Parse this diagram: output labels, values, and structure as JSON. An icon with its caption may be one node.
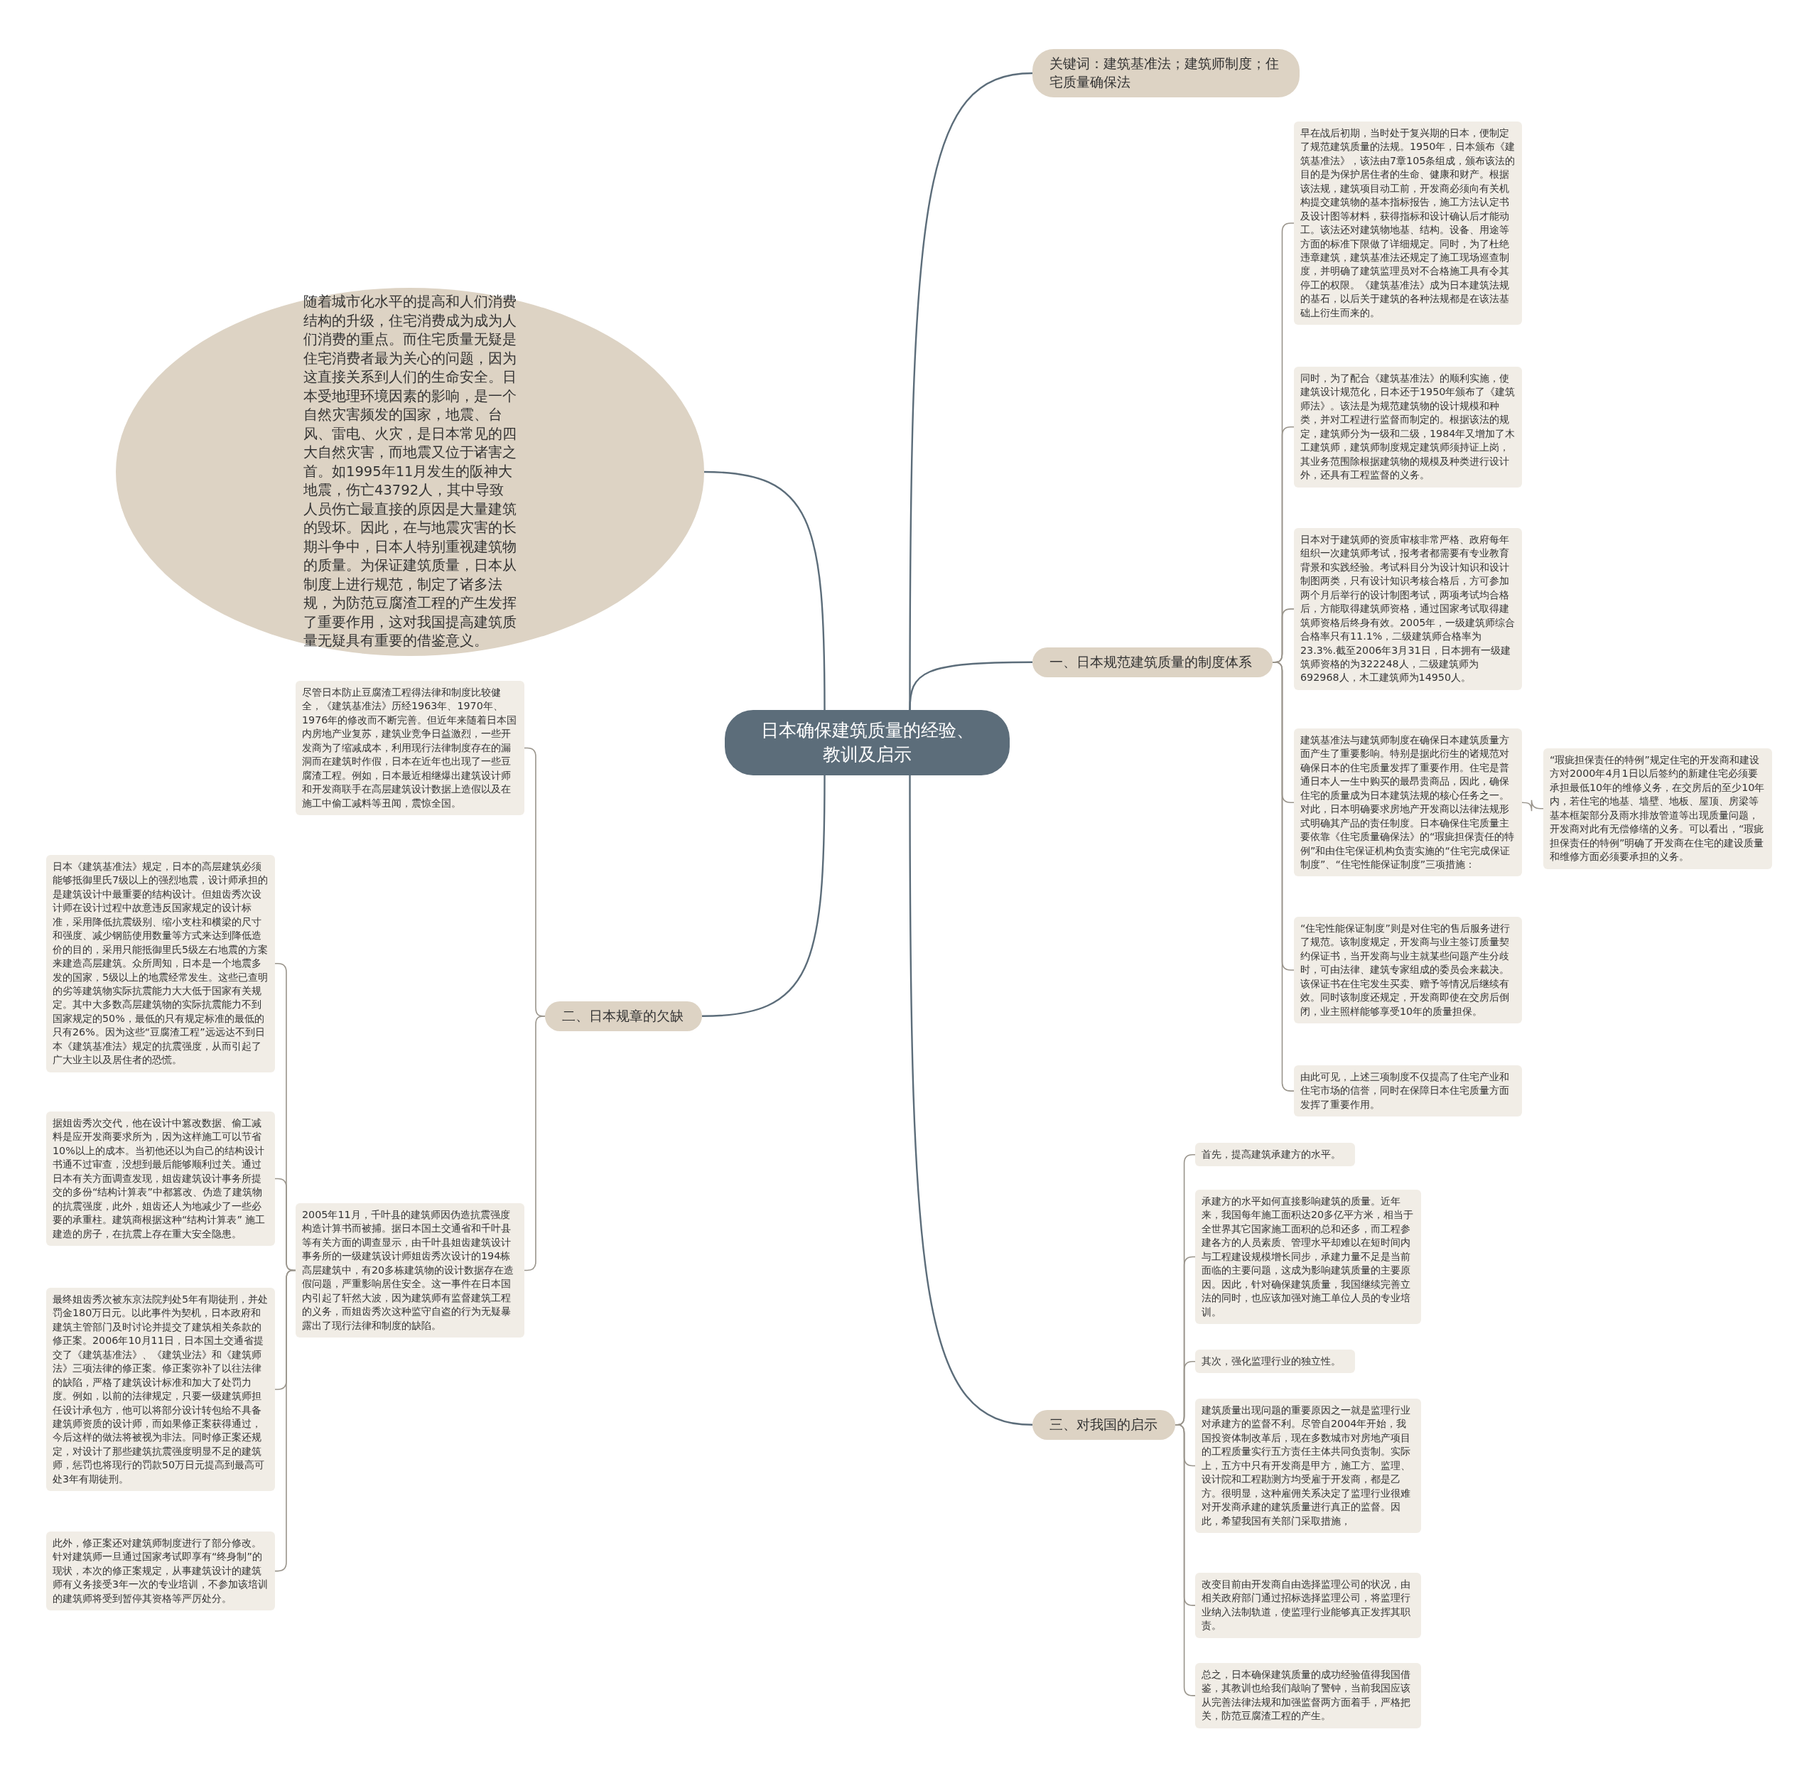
{
  "diagram": {
    "nodes": [
      {
        "text": [
          "日本确保建筑质量的经验、教训及启示"
        ]
      },
      {
        "text": [
          "关键词：建筑基准法；建筑师制度；住宅质量确保法"
        ]
      },
      {
        "text": [
          "随着城市化水平的提高和人们消费结构的升级，住宅消费成为成为人们消费的重点。而住宅质量无疑是住宅消费者最为关心的问题，因为这直接关系到人们的生命安全。日本受地理环境因素的影响，是一个自然灾害频发的国家，地震、台风、雷电、火灾，是日本常见的四大自然灾害，而地震又位于诸害之首。如1995年11月发生的阪神大地震，伤亡43792人，其中导致人员伤亡最直接的原因是大量建筑的毁坏。因此，在与地震灾害的长期斗争中，日本人特别重视建筑物的质量。为保证建筑质量，日本从制度上进行规范，制定了诸多法规，为防范豆腐渣工程的产生发挥了重要作用，这对我国提高建筑质量无疑具有重要的借鉴意义。"
        ]
      },
      {
        "text": [
          "一、日本规范建筑质量的制度体系"
        ]
      },
      {
        "text": [
          "二、日本规章的欠缺"
        ]
      },
      {
        "text": [
          "三、对我国的启示"
        ]
      },
      {
        "text": [
          "早在战后初期，当时处于复兴期的日本，便制定了规范建筑质量的法规。1950年，日本颁布《建筑基准法》，该法由7章105条组成，颁布该法的目的是为保护居住者的生命、健康和财产。根据该法规，建筑项目动工前，开发商必须向有关机构提交建筑物的基本指标报告，施工方法认定书及设计图等材料，获得指标和设计确认后才能动工。该法还对建筑物地基、结构。设备、用途等方面的标准下限做了详细规定。同时，为了杜绝违章建筑，建筑基准法还规定了施工现场巡查制度，并明确了建筑监理员对不合格施工具有令其停工的权限。《建筑基准法》成为日本建筑法规的基石，以后关于建筑的各种法规都是在该法基础上衍生而来的。"
        ]
      },
      {
        "text": [
          "同时，为了配合《建筑基准法》的顺利实施，使建筑设计规范化，日本还于1950年颁布了《建筑师法》。该法是为规范建筑物的设计规模和种类，并对工程进行监督而制定的。根据该法的规定，建筑师分为一级和二级，1984年又增加了木工建筑师，建筑师制度规定建筑师须持证上岗，其业务范围除根据建筑物的规模及种类进行设计外，还具有工程监督的义务。"
        ]
      },
      {
        "text": [
          "日本对于建筑师的资质审核非常严格、政府每年组织一次建筑师考试，报考者都需要有专业教育背景和实践经验。考试科目分为设计知识和设计制图两类，只有设计知识考核合格后，方可参加两个月后举行的设计制图考试，两项考试均合格后，方能取得建筑师资格，通过国家考试取得建筑师资格后终身有效。2005年，一级建筑师综合合格率只有11.1%，二级建筑师合格率为23.3%.截至2006年3月31日，日本拥有一级建筑师资格的为322248人，二级建筑师为692968人，木工建筑师为14950人。"
        ]
      },
      {
        "text": [
          "建筑基准法与建筑师制度在确保日本建筑质量方面产生了重要影响。特别是据此衍生的诸规范对确保日本的住宅质量发挥了重要作用。住宅是普通日本人一生中购买的最昂贵商品，因此，确保住宅的质量成为日本建筑法规的核心任务之一。对此，日本明确要求房地产开发商以法律法规形式明确其产品的责任制度。日本确保住宅质量主要依靠《住宅质量确保法》的“瑕疵担保责任的特例”和由住宅保证机构负责实施的“住宅完成保证制度”、“住宅性能保证制度”三项措施："
        ]
      },
      {
        "text": [
          "“瑕疵担保责任的特例”规定住宅的开发商和建设方对2000年4月1日以后签约的新建住宅必须要承担最低10年的维修义务，在交房后的至少10年内，若住宅的地基、墙壁、地板、屋顶、房梁等基本框架部分及雨水排放管道等出现质量问题，开发商对此有无偿修缮的义务。可以看出，“瑕疵担保责任的特例”明确了开发商在住宅的建设质量和维修方面必须要承担的义务。"
        ]
      },
      {
        "text": [
          "“住宅性能保证制度”则是对住宅的售后服务进行了规范。该制度规定，开发商与业主签订质量契约保证书，当开发商与业主就某些问题产生分歧时，可由法律、建筑专家组成的委员会来裁决。该保证书在住宅发生买卖、赠予等情况后继续有效。同时该制度还规定，开发商即使在交房后倒闭，业主照样能够享受10年的质量担保。"
        ]
      },
      {
        "text": [
          "由此可见，上述三项制度不仅提高了住宅产业和住宅市场的信誉，同时在保障日本住宅质量方面发挥了重要作用。"
        ]
      },
      {
        "text": [
          "尽管日本防止豆腐渣工程得法律和制度比较健全，《建筑基准法》历经1963年、1970年、1976年的修改而不断完善。但近年来随着日本国内房地产业复苏，建筑业竞争日益激烈，一些开发商为了缩减成本，利用现行法律制度存在的漏洞而在建筑时作假，日本在近年也出现了一些豆腐渣工程。例如，日本最近相继爆出建筑设计师和开发商联手在高层建筑设计数据上造假以及在施工中偷工减料等丑闻，震惊全国。"
        ]
      },
      {
        "text": [
          "2005年11月，千叶县的建筑师因伪造抗震强度构造计算书而被捕。据日本国土交通省和千叶县等有关方面的调查显示，由千叶县姐齿建筑设计事务所的一级建筑设计师姐齿秀次设计的194栋高层建筑中，有20多栋建筑物的设计数据存在造假问题，严重影响居住安全。这一事件在日本国内引起了轩然大波，因为建筑师有监督建筑工程的义务，而姐齿秀次这种监守自盗的行为无疑暴露出了现行法律和制度的缺陷。"
        ]
      },
      {
        "text": [
          "日本《建筑基准法》规定，日本的高层建筑必须能够抵御里氏7级以上的强烈地震，设计师承担的是建筑设计中最重要的结构设计。但姐齿秀次设计师在设计过程中故意违反国家规定的设计标准，采用降低抗震级别、缩小支柱和横梁的尺寸和强度、减少钢筋使用数量等方式来达到降低造价的目的，采用只能抵御里氏5级左右地震的方案来建造高层建筑。众所周知，日本是一个地震多发的国家，5级以上的地震经常发生。这些已查明的劣等建筑物实际抗震能力大大低于国家有关规定。其中大多数高层建筑物的实际抗震能力不到国家规定的50%，最低的只有规定标准的最低的只有26%。因为这些“豆腐渣工程”远远达不到日本《建筑基准法》规定的抗震强度，从而引起了广大业主以及居住者的恐慌。"
        ]
      },
      {
        "text": [
          "据姐齿秀次交代，他在设计中篡改数据、偷工减料是应开发商要求所为，因为这样施工可以节省10%以上的成本。当初他还以为自己的结构设计书通不过审查，没想到最后能够顺利过关。通过日本有关方面调查发现，姐齿建筑设计事务所提交的多份“结构计算表”中都篡改、伪造了建筑物的抗震强度，此外，姐齿还人为地减少了一些必要的承重柱。建筑商根据这种“结构计算表” 施工建造的房子，在抗震上存在重大安全隐患。"
        ]
      },
      {
        "text": [
          "最终姐齿秀次被东京法院判处5年有期徒刑，并处罚金180万日元。以此事件为契机，日本政府和建筑主管部门及时讨论并提交了建筑相关条款的修正案。2006年10月11日，日本国土交通省提交了《建筑基准法》、《建筑业法》和《建筑师法》三项法律的修正案。修正案弥补了以往法律的缺陷，严格了建筑设计标准和加大了处罚力度。例如，以前的法律规定，只要一级建筑师担任设计承包方，他可以将部分设计转包给不具备建筑师资质的设计师，而如果修正案获得通过，今后这样的做法将被视为非法。同时修正案还规定，对设计了那些建筑抗震强度明显不足的建筑师，惩罚也将现行的罚款50万日元提高到最高可处3年有期徒刑。"
        ]
      },
      {
        "text": [
          "此外，修正案还对建筑师制度进行了部分修改。针对建筑师一旦通过国家考试即享有“终身制”的现状，本次的修正案规定，从事建筑设计的建筑师有义务接受3年一次的专业培训，不参加该培训的建筑师将受到暂停其资格等严厉处分。"
        ]
      },
      {
        "text": [
          "首先，提高建筑承建方的水平。"
        ]
      },
      {
        "text": [
          "承建方的水平如何直接影响建筑的质量。近年来，我国每年施工面积达20多亿平方米，相当于全世界其它国家施工面积的总和还多，而工程参建各方的人员素质、管理水平却难以在短时间内与工程建设规模增长同步，承建力量不足是当前面临的主要问题，这成为影响建筑质量的主要原因。因此，针对确保建筑质量，我国继续完善立法的同时，也应该加强对施工单位人员的专业培训。"
        ]
      },
      {
        "text": [
          "其次，强化监理行业的独立性。"
        ]
      },
      {
        "text": [
          "建筑质量出现问题的重要原因之一就是监理行业对承建方的监督不利。尽管自2004年开始，我国投资体制改革后，现在多数城市对房地产项目的工程质量实行五方责任主体共同负责制。实际上，五方中只有开发商是甲方，施工方、监理、设计院和工程勘测方均受雇于开发商，都是乙方。很明显，这种雇佣关系决定了监理行业很难对开发商承建的建筑质量进行真正的监督。因此，希望我国有关部门采取措施，"
        ]
      },
      {
        "text": [
          "改变目前由开发商自由选择监理公司的状况，由相关政府部门通过招标选择监理公司，将监理行业纳入法制轨道，使监理行业能够真正发挥其职责。"
        ]
      },
      {
        "text": [
          "总之，日本确保建筑质量的成功经验值得我国借鉴，其教训也给我们敲响了警钟，当前我国应该从完善法律法规和加强监督两方面着手，严格把关，防范豆腐渣工程的产生。"
        ]
      }
    ],
    "edges": [
      {
        "from": 0,
        "to": 1,
        "arrow": "none",
        "color": "#5c6d7a"
      },
      {
        "from": 0,
        "to": 2,
        "arrow": "none",
        "color": "#5c6d7a"
      },
      {
        "from": 0,
        "to": 3,
        "arrow": "none",
        "color": "#5c6d7a"
      },
      {
        "from": 0,
        "to": 4,
        "arrow": "none",
        "color": "#5c6d7a"
      },
      {
        "from": 0,
        "to": 5,
        "arrow": "none",
        "color": "#5c6d7a"
      },
      {
        "from": 3,
        "to": 6,
        "arrow": "none"
      },
      {
        "from": 3,
        "to": 7,
        "arrow": "none"
      },
      {
        "from": 3,
        "to": 8,
        "arrow": "none"
      },
      {
        "from": 3,
        "to": 9,
        "arrow": "none"
      },
      {
        "from": 9,
        "to": 10,
        "arrow": "none"
      },
      {
        "from": 3,
        "to": 11,
        "arrow": "none"
      },
      {
        "from": 3,
        "to": 12,
        "arrow": "none"
      },
      {
        "from": 4,
        "to": 13,
        "arrow": "none"
      },
      {
        "from": 4,
        "to": 14,
        "arrow": "none"
      },
      {
        "from": 14,
        "to": 15,
        "arrow": "none"
      },
      {
        "from": 14,
        "to": 16,
        "arrow": "none"
      },
      {
        "from": 14,
        "to": 17,
        "arrow": "none"
      },
      {
        "from": 14,
        "to": 18,
        "arrow": "none"
      },
      {
        "from": 5,
        "to": 19,
        "arrow": "none"
      },
      {
        "from": 5,
        "to": 20,
        "arrow": "none"
      },
      {
        "from": 5,
        "to": 21,
        "arrow": "none"
      },
      {
        "from": 5,
        "to": 22,
        "arrow": "none"
      },
      {
        "from": 5,
        "to": 23,
        "arrow": "none"
      },
      {
        "from": 5,
        "to": 24,
        "arrow": "none"
      }
    ]
  }
}
